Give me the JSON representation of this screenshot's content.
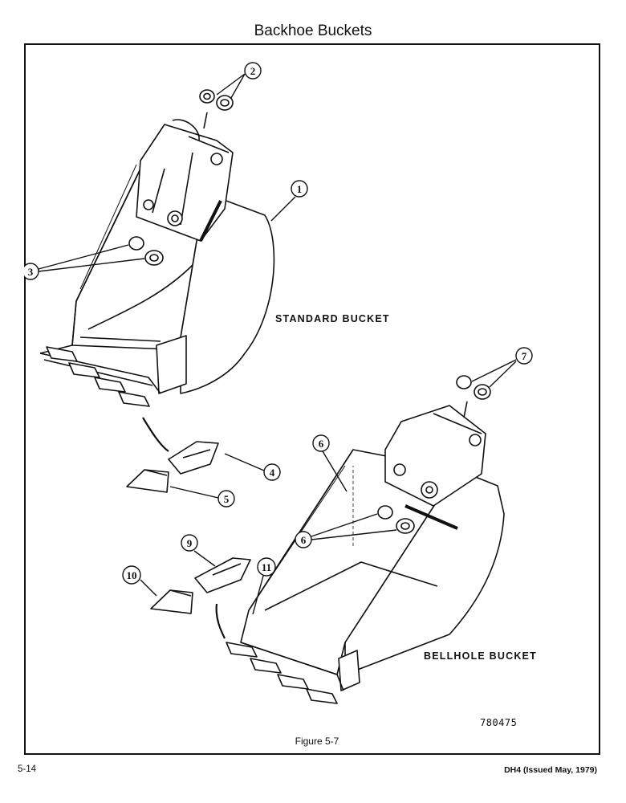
{
  "page": {
    "title": "Backhoe Buckets",
    "figure_caption": "Figure 5-7",
    "footer_left": "5-14",
    "footer_right": "DH4 (Issued May, 1979)",
    "drawing_number": "780475"
  },
  "labels": {
    "standard_bucket": "STANDARD BUCKET",
    "bellhole_bucket": "BELLHOLE BUCKET"
  },
  "callouts": [
    "1",
    "2",
    "3",
    "4",
    "5",
    "6",
    "6",
    "7",
    "9",
    "10",
    "11"
  ]
}
